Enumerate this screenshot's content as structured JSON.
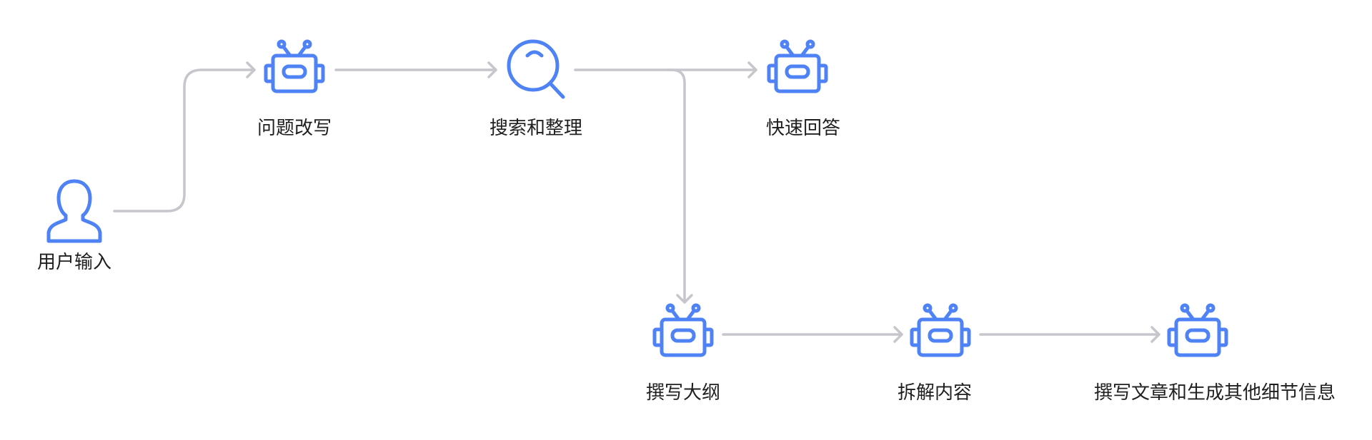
{
  "colors": {
    "icon": "#4e82f5",
    "connector": "#c6c6cc",
    "text": "#1f1f1f"
  },
  "nodes": {
    "user_input": {
      "label": "用户输入",
      "icon": "user-icon"
    },
    "rewrite": {
      "label": "问题改写",
      "icon": "robot-icon"
    },
    "search": {
      "label": "搜索和整理",
      "icon": "search-icon"
    },
    "quick_answer": {
      "label": "快速回答",
      "icon": "robot-icon"
    },
    "outline": {
      "label": "撰写大纲",
      "icon": "robot-icon"
    },
    "breakdown": {
      "label": "拆解内容",
      "icon": "robot-icon"
    },
    "write_article": {
      "label": "撰写文章和生成其他细节信息",
      "icon": "robot-icon"
    }
  },
  "edges": [
    {
      "from": "user_input",
      "to": "rewrite"
    },
    {
      "from": "rewrite",
      "to": "search"
    },
    {
      "from": "search",
      "to": "quick_answer"
    },
    {
      "from": "search",
      "to": "outline"
    },
    {
      "from": "outline",
      "to": "breakdown"
    },
    {
      "from": "breakdown",
      "to": "write_article"
    }
  ]
}
